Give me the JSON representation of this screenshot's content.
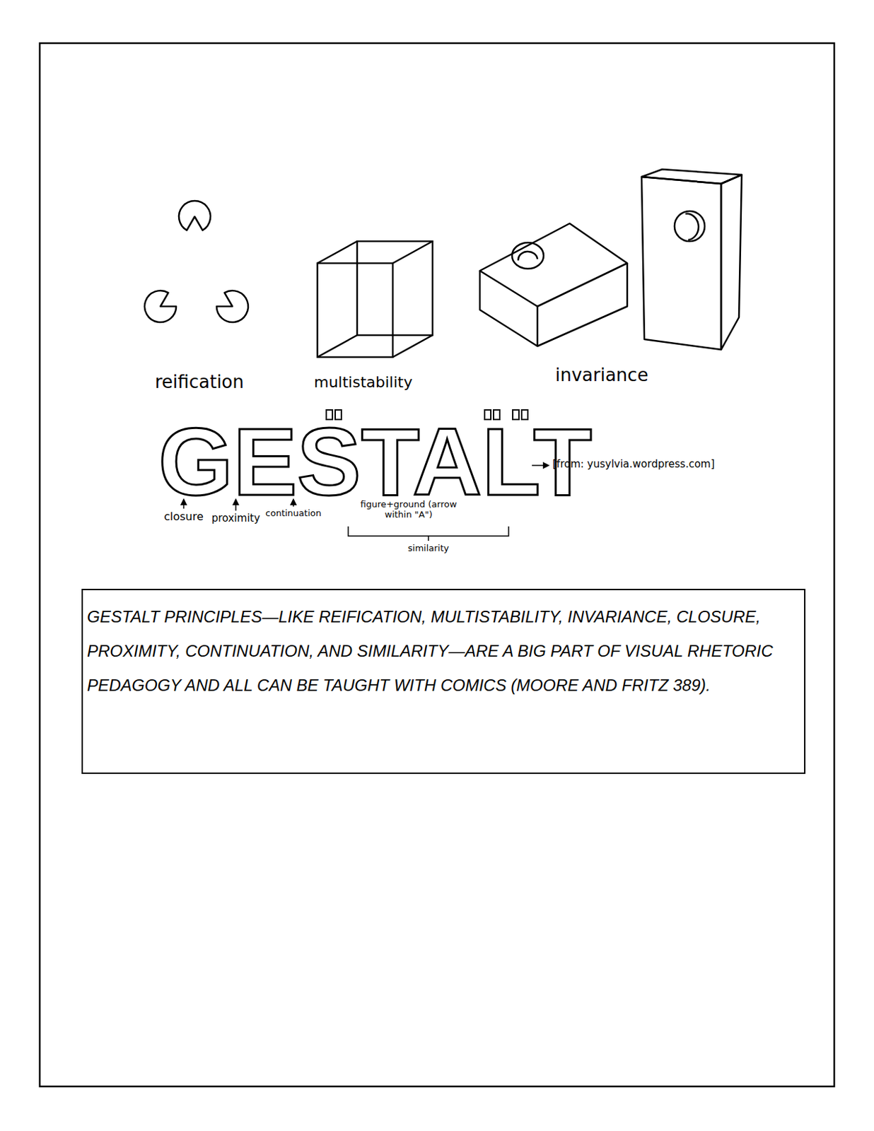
{
  "diagram": {
    "nodes": [
      {
        "text": [
          "GESTALT PRINCIPLES—LIKE REIFICATION, MULTISTABILITY, INVARIANCE, CLOSURE, PROXIMITY, CONTINUATION, AND SIMILARITY—ARE A BIG PART OF VISUAL RHETORIC PEDAGOGY AND ALL CAN BE TAUGHT WITH COMICS (MOORE AND FRITZ 389)."
        ]
      }
    ],
    "labels": [
      "reification",
      "multistability",
      "invariance",
      "GESTALT",
      "closure",
      "proximity",
      "continuation",
      "figure+ground (arrow within \"A\")",
      "[from: yusylvia.wordpress.com]",
      "similarity"
    ]
  }
}
